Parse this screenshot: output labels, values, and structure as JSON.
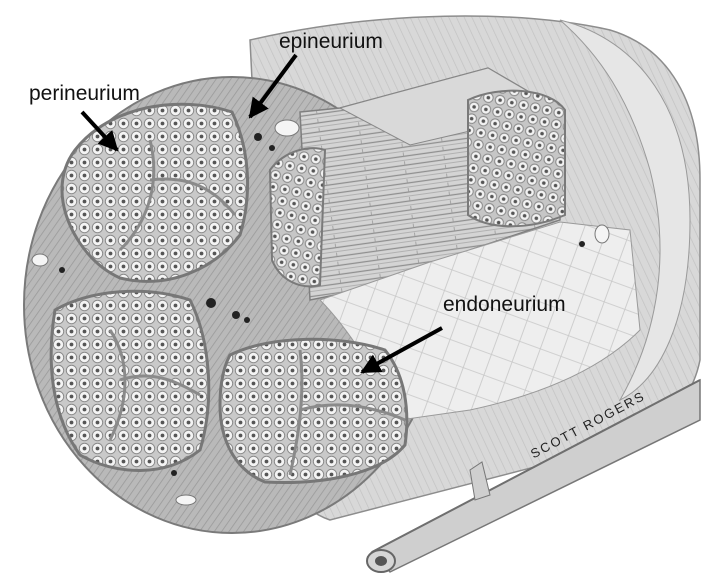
{
  "labels": {
    "epineurium": "epineurium",
    "perineurium": "perineurium",
    "endoneurium": "endoneurium"
  },
  "signature": "SCOTT ROGERS"
}
